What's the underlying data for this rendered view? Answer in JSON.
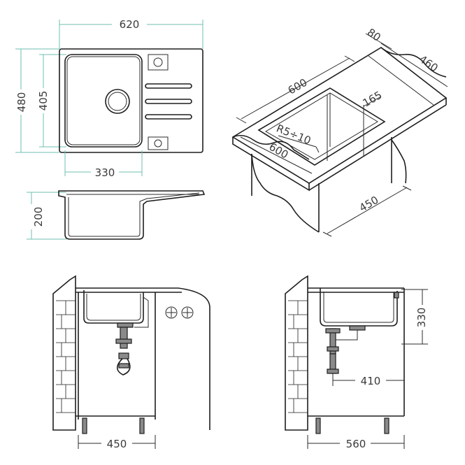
{
  "top_view": {
    "width": "620",
    "height_total": "480",
    "height_bowl": "405",
    "bowl_width": "330"
  },
  "side_view": {
    "depth": "200"
  },
  "cabinet_view": {
    "dim_600_a": "600",
    "dim_80": "80",
    "dim_460": "460",
    "dim_165": "165",
    "radius": "R5÷10",
    "dim_600_b": "600",
    "dim_450": "450"
  },
  "front_install": {
    "cabinet_width": "450"
  },
  "side_install": {
    "cabinet_depth": "560",
    "height": "330",
    "drain_offset": "410"
  },
  "colors": {
    "dimension_line": "#6fbfb2",
    "outline": "#1e1e1e",
    "gray_fill": "#8a8a8a"
  }
}
